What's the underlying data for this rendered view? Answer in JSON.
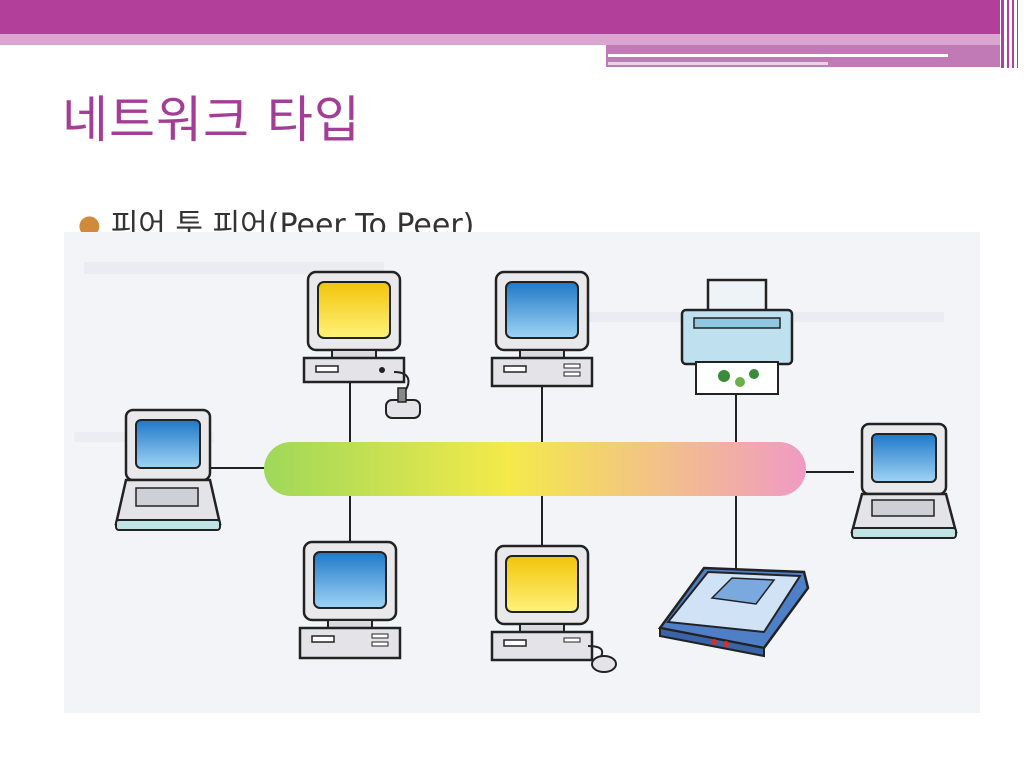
{
  "slide": {
    "title": "네트워크 타입",
    "bullet": "피어 투 피어(Peer To Peer)"
  },
  "colors": {
    "accent": "#b2409a",
    "title_text": "#a43d96",
    "bullet_dot": "#d08a3a",
    "network_bar_gradient": [
      "#9ed85a",
      "#f4ea4a",
      "#f09ac4"
    ]
  },
  "figure": {
    "devices": [
      "desktop-computer-yellow-screen",
      "desktop-computer-blue-screen",
      "printer",
      "laptop",
      "laptop",
      "desktop-computer-blue-screen",
      "desktop-computer-yellow-screen",
      "flatbed-scanner"
    ]
  }
}
